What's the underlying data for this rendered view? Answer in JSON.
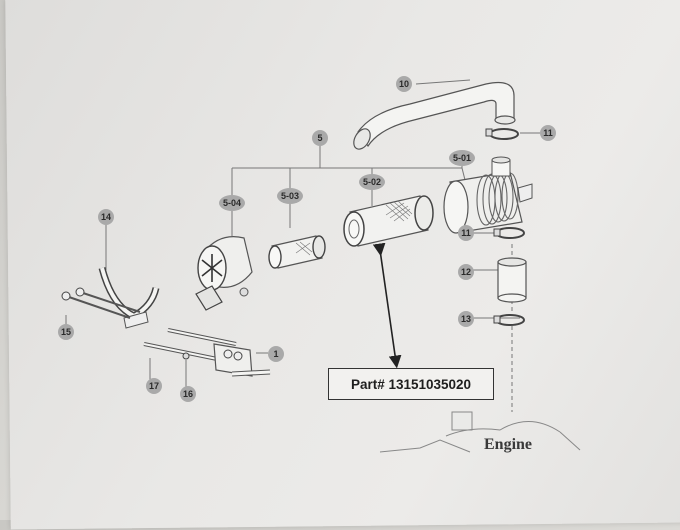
{
  "callouts": [
    {
      "id": "c1",
      "label": "1"
    },
    {
      "id": "c5",
      "label": "5"
    },
    {
      "id": "c10",
      "label": "10"
    },
    {
      "id": "c11a",
      "label": "11"
    },
    {
      "id": "c11b",
      "label": "11"
    },
    {
      "id": "c12",
      "label": "12"
    },
    {
      "id": "c13",
      "label": "13"
    },
    {
      "id": "c14",
      "label": "14"
    },
    {
      "id": "c15",
      "label": "15"
    },
    {
      "id": "c16",
      "label": "16"
    },
    {
      "id": "c17",
      "label": "17"
    },
    {
      "id": "c501",
      "label": "5-01"
    },
    {
      "id": "c502",
      "label": "5-02"
    },
    {
      "id": "c503",
      "label": "5-03"
    },
    {
      "id": "c504",
      "label": "5-04"
    }
  ],
  "part_label": "Part# 13151035020",
  "engine_label": "Engine"
}
